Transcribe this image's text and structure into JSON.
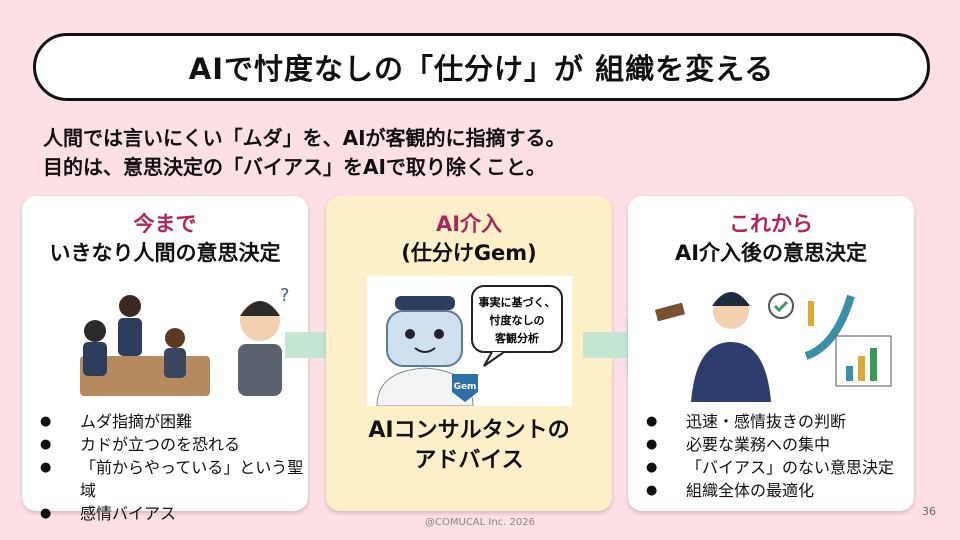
{
  "title": "AIで忖度なしの「仕分け」が 組織を変える",
  "lead": [
    "人間では言いにくい「ムダ」を、AIが客観的に指摘する。",
    "目的は、意思決定の「バイアス」をAIで取り除くこと。"
  ],
  "cards": [
    {
      "kicker": "今まで",
      "head": "いきなり人間の意思決定",
      "bullets": [
        "ムダ指摘が困難",
        "カドが立つのを恐れる",
        "「前からやっている」という聖域",
        "感情バイアス"
      ]
    },
    {
      "kicker": "AI介入",
      "head": "(仕分けGem)",
      "bubble": [
        "事実に基づく、",
        "忖度なしの",
        "客観分析"
      ],
      "badge": "Gem",
      "bottom": [
        "AIコンサルタントの",
        "アドバイス"
      ]
    },
    {
      "kicker": "これから",
      "head": "AI介入後の意思決定",
      "bullets": [
        "迅速・感情抜きの判断",
        "必要な業務への集中",
        "「バイアス」のない意思決定",
        "組織全体の最適化"
      ]
    }
  ],
  "bullet_glyph": "●",
  "footer": "@COMUCAL Inc. 2026",
  "page_number": "36",
  "colors": {
    "background": "#fde0e5",
    "accent": "#b0245a",
    "mid_card": "#fdf0c9",
    "arrow": "#c5e6d3"
  }
}
